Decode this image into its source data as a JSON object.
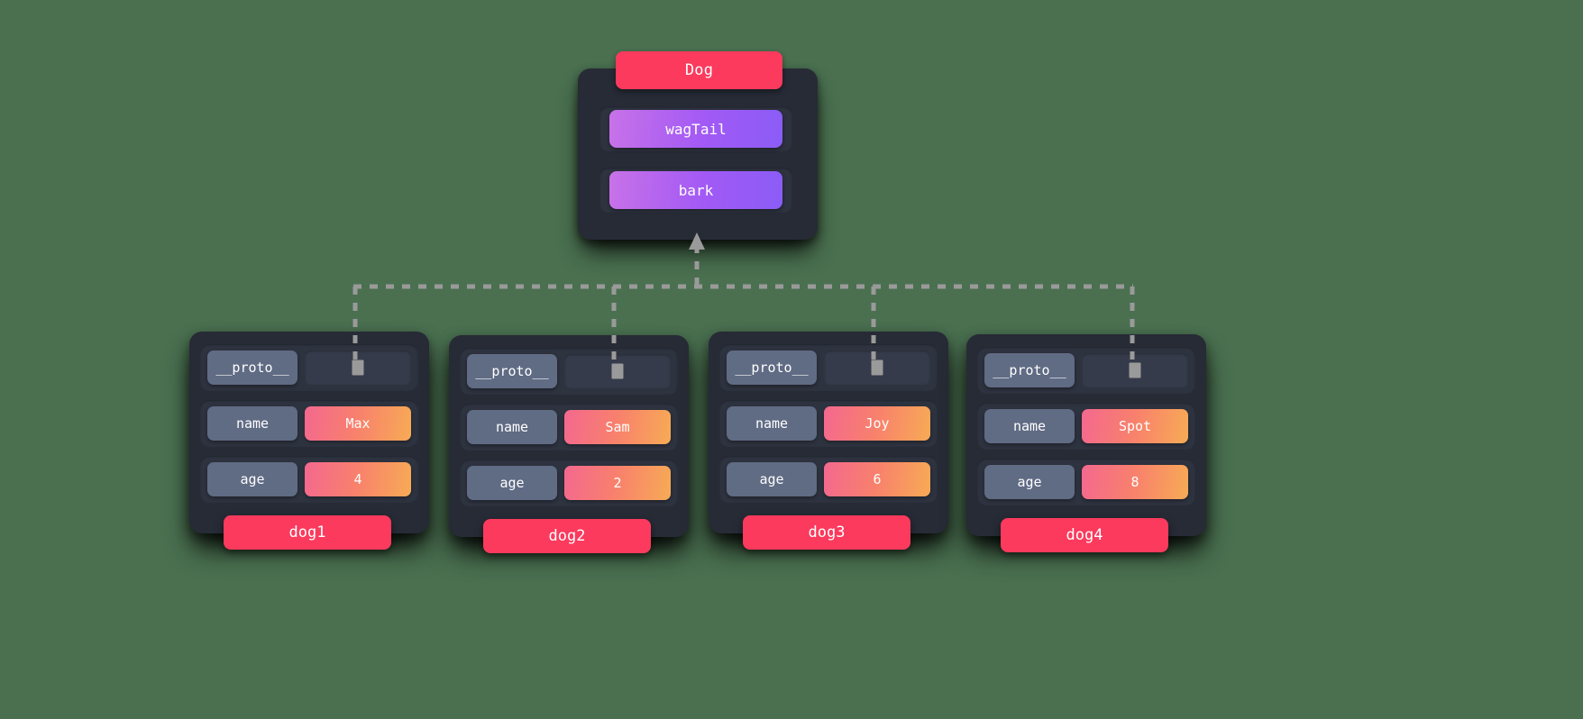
{
  "theme": {
    "background": "#4a7050",
    "card_bg": "#272b36",
    "slot_bg": "#2e3340",
    "key_pill_bg": "#606b84",
    "accent_label": "#fb3a5d",
    "method_gradient_from": "#c872e8",
    "method_gradient_to": "#8b5cf6",
    "value_gradient_from": "#f4688f",
    "value_gradient_to": "#f7ab55",
    "connector_color": "#9a9a9a",
    "ref_handle_color": "#9a9a9a"
  },
  "prototype": {
    "title": "Dog",
    "title_icon": "class-label",
    "methods": [
      {
        "name": "wagTail"
      },
      {
        "name": "bark"
      }
    ]
  },
  "connector": {
    "arrow_icon": "arrow-up-icon",
    "style": "dashed",
    "label": ""
  },
  "instances": [
    {
      "label": "dog1",
      "rows": [
        {
          "key": "__proto__",
          "value": "",
          "type": "reference",
          "handle_icon": "link-handle-icon"
        },
        {
          "key": "name",
          "value": "Max",
          "type": "value"
        },
        {
          "key": "age",
          "value": "4",
          "type": "value"
        }
      ]
    },
    {
      "label": "dog2",
      "rows": [
        {
          "key": "__proto__",
          "value": "",
          "type": "reference",
          "handle_icon": "link-handle-icon"
        },
        {
          "key": "name",
          "value": "Sam",
          "type": "value"
        },
        {
          "key": "age",
          "value": "2",
          "type": "value"
        }
      ]
    },
    {
      "label": "dog3",
      "rows": [
        {
          "key": "__proto__",
          "value": "",
          "type": "reference",
          "handle_icon": "link-handle-icon"
        },
        {
          "key": "name",
          "value": "Joy",
          "type": "value"
        },
        {
          "key": "age",
          "value": "6",
          "type": "value"
        }
      ]
    },
    {
      "label": "dog4",
      "rows": [
        {
          "key": "__proto__",
          "value": "",
          "type": "reference",
          "handle_icon": "link-handle-icon"
        },
        {
          "key": "name",
          "value": "Spot",
          "type": "value"
        },
        {
          "key": "age",
          "value": "8",
          "type": "value"
        }
      ]
    }
  ]
}
